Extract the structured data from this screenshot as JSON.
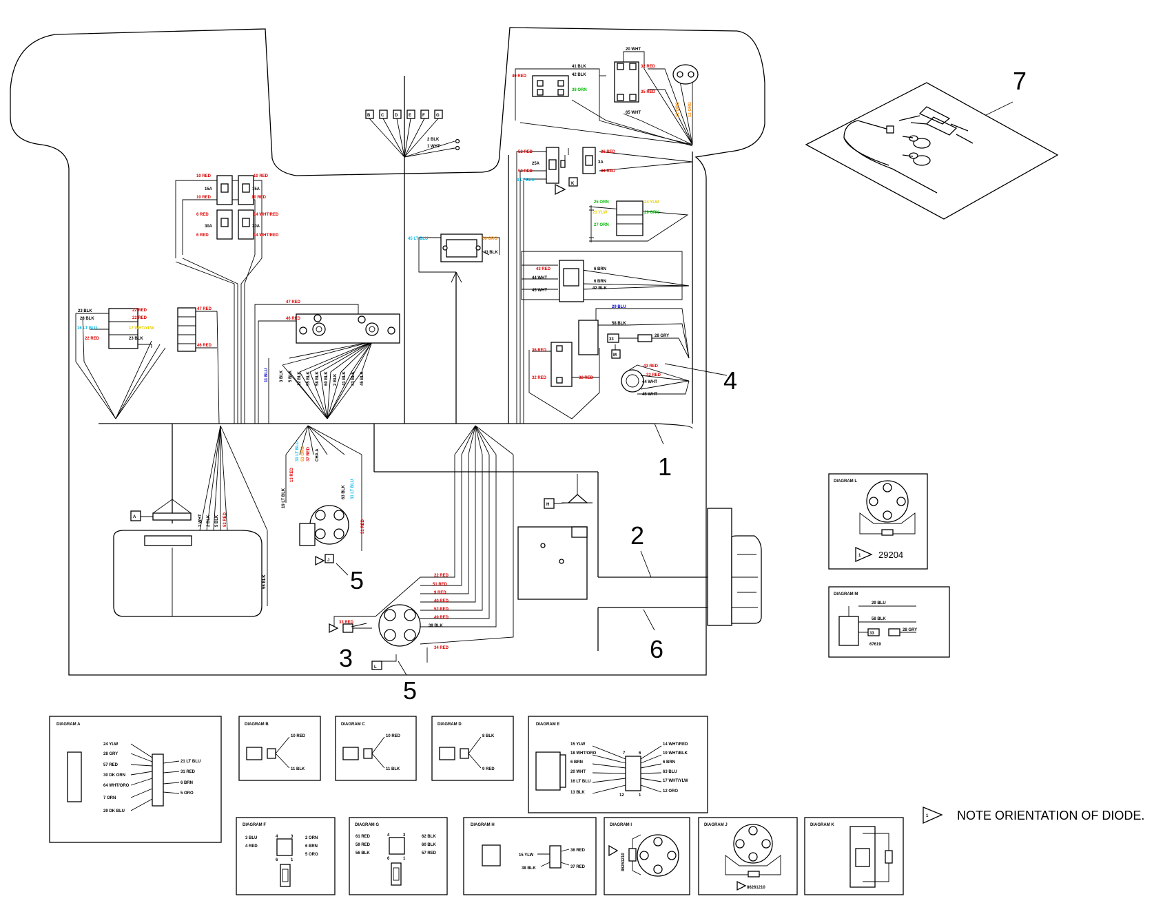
{
  "callouts": {
    "c1": "1",
    "c2": "2",
    "c3": "3",
    "c4": "4",
    "c5a": "5",
    "c5b": "5",
    "c6": "6",
    "c7": "7"
  },
  "connectors": {
    "a": "A",
    "b": "B",
    "c": "C",
    "d": "D",
    "e": "E",
    "f": "F",
    "g": "G",
    "h": "H",
    "j": "J",
    "k": "K",
    "l": "L",
    "m": "M"
  },
  "note": {
    "marker": "1",
    "text": "NOTE ORIENTATION OF DIODE."
  },
  "colors": {
    "red": "#e00000",
    "blue": "#0000cc",
    "cyan": "#00bbee",
    "green": "#00bb00",
    "orange": "#ff8800",
    "yellow": "#e8d000"
  },
  "wires": {
    "w10red_a": "10 RED",
    "w10red_b": "10 RED",
    "w10red_c": "10 RED",
    "w10red_d": "10 RED",
    "w6red_a": "6 RED",
    "w6red_b": "6 RED",
    "w14wht_a": "14 WHT/RED",
    "w14wht_b": "14 WHT/RED",
    "f15a_a": "15A",
    "f15a_b": "15A",
    "f30a_a": "30A",
    "f30a_b": "30A",
    "w23blk_a": "23 BLK",
    "w23blk_b": "23 BLK",
    "w23blk_c": "23 BLK",
    "w16ltblu": "16 LT BLU",
    "w22red_a": "22 RED",
    "w22red_b": "22 RED",
    "w22red_c": "22 RED",
    "w17wht": "17 WHT/YLW",
    "w47red": "47 RED",
    "w46red": "46 RED",
    "w47red_b": "47 RED",
    "w46red_b": "46 RED",
    "w2blk": "2 BLK",
    "w1wht": "1 WHT",
    "w45ltblu": "45 LT BLU",
    "w50oro": "50 ORO",
    "w43blk": "43 BLK",
    "w40red": "40 RED",
    "w41blk": "41 BLK",
    "w42blk": "42 BLK",
    "w38orn": "38 ORN",
    "w20wht": "20 WHT",
    "w32red_a": "32 RED",
    "w35red": "35 RED",
    "w65wht": "65 WHT",
    "w12org_a": "12 ORG",
    "w12org_b": "12 ORG",
    "w52red": "52 RED",
    "w25a": "25A",
    "w53red": "53 RED",
    "w3ltblu": "3 LT BLU",
    "w36red_a": "36 RED",
    "w3a": "3A",
    "w34red_a": "34 RED",
    "w25orn": "25 ORN",
    "w24ylw": "24 YLW",
    "w27orn": "27 ORN",
    "w21ylw": "21 YLW",
    "w29orn": "29 ORN",
    "w43red": "43 RED",
    "w44wht": "44 WHT",
    "w45wht": "45 WHT",
    "w6brn_a": "6 BRN",
    "w6brn_b": "6 BRN",
    "w42blk_b": "42 BLK",
    "w29blu": "29 BLU",
    "w58blk": "58 BLK",
    "w33": "33",
    "w28gry": "28 GRY",
    "w36red_b": "36 RED",
    "w32red_b": "32 RED",
    "w32red_c": "32 RED",
    "w43red_b": "43 RED",
    "w44wht_b": "44 WHT",
    "w45wht_b": "45 WHT",
    "w11blu": "11 BLU",
    "b3": "3 BLK",
    "b5": "5 BLK",
    "b12": "12 BLK",
    "b55": "55 BLK",
    "b58": "58 BLK",
    "b60": "60 BLK",
    "b2": "2 BLK",
    "b41": "41 BLK",
    "b43": "43 BLK",
    "b45": "45 BLK",
    "s1wht": "1 WHT",
    "s2blk": "2 BLK",
    "s5blk": "5 BLK",
    "s53red": "53 RED",
    "w55blk": "55 BLK",
    "ig19": "19 LT BLK",
    "ig13": "13 RED",
    "ig32": "31 LT BLU",
    "ig53": "53 ORG",
    "ig37": "37 RED",
    "ig_a": "CHA A",
    "ig63": "63 BLK",
    "ig61": "31 LT BLU",
    "ig51": "51 RED",
    "k22red": "22 RED",
    "k51red": "51 RED",
    "k9red": "9 RED",
    "k40red": "40 RED",
    "k52red": "52 RED",
    "k49red": "49 RED",
    "k39blk": "39 BLK",
    "k33red": "33 RED",
    "k34red": "34 RED"
  },
  "diagrams": {
    "a": {
      "title": "DIAGRAM A",
      "labels": [
        "24 YLW",
        "28 GRY",
        "57 RED",
        "30 DK ORN",
        "64 WHT/ORO",
        "7 ORN",
        "29 DK BLU",
        "21 LT BLU",
        "31 RED",
        "6 BRN",
        "5 ORO"
      ]
    },
    "b": {
      "title": "DIAGRAM B",
      "labels": [
        "10 RED",
        "11 BLK"
      ]
    },
    "c": {
      "title": "DIAGRAM C",
      "labels": [
        "10 RED",
        "11 BLK"
      ]
    },
    "d": {
      "title": "DIAGRAM D",
      "labels": [
        "8 BLK",
        "9 RED"
      ]
    },
    "e": {
      "title": "DIAGRAM E",
      "labels": [
        "15 YLW",
        "18 WHT/ORO",
        "6 BRN",
        "20 WHT",
        "16 LT BLU",
        "13 BLK",
        "14 WHT/RED",
        "19 WHT/BLK",
        "6 BRN",
        "63 BLU",
        "17 WHT/YLW",
        "12 ORO",
        "7",
        "6",
        "12",
        "1"
      ]
    },
    "f": {
      "title": "DIAGRAM F",
      "labels": [
        "3 BLU",
        "4 RED",
        "2 ORN",
        "6 BRN",
        "5 ORO",
        "4",
        "3",
        "6",
        "1"
      ]
    },
    "g": {
      "title": "DIAGRAM G",
      "labels": [
        "61 RED",
        "59 RED",
        "56 BLK",
        "62 BLK",
        "60 BLK",
        "57 RED",
        "4",
        "3",
        "6",
        "1"
      ]
    },
    "h": {
      "title": "DIAGRAM H",
      "labels": [
        "15 YLW",
        "38 BLK",
        "36 RED",
        "37 RED"
      ]
    },
    "i": {
      "title": "DIAGRAM I",
      "labels": [
        "86261210"
      ]
    },
    "j": {
      "title": "DIAGRAM J",
      "labels": [
        "86261210"
      ]
    },
    "k": {
      "title": "DIAGRAM K",
      "labels": []
    },
    "l": {
      "title": "DIAGRAM L",
      "labels": [
        "29204"
      ]
    },
    "m": {
      "title": "DIAGRAM M",
      "labels": [
        "29 BLU",
        "58 BLK",
        "33",
        "28 GRY",
        "67619"
      ]
    }
  }
}
